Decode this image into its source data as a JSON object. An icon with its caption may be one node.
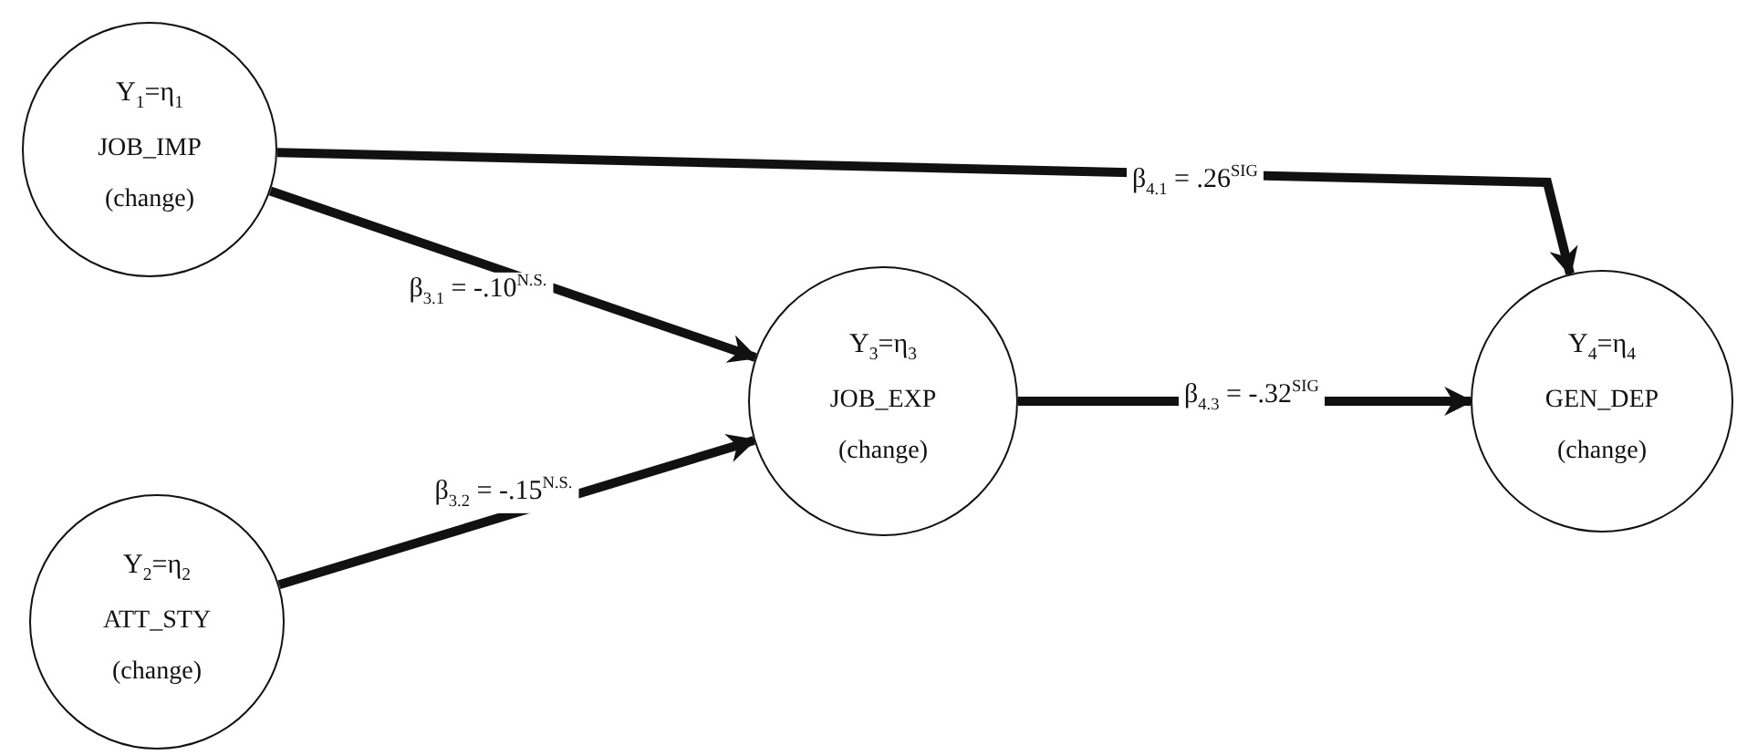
{
  "diagram": {
    "nodes": [
      {
        "text": [
          "Y$_{1}$=η$_{1}$",
          "JOB_IMP",
          "(change)"
        ]
      },
      {
        "text": [
          "Y$_{2}$=η$_{2}$",
          "ATT_STY",
          "(change)"
        ]
      },
      {
        "text": [
          "Y$_{3}$=η$_{3}$",
          "JOB_EXP",
          "(change)"
        ]
      },
      {
        "text": [
          "Y$_{4}$=η$_{4}$",
          "GEN_DEP",
          "(change)"
        ]
      }
    ],
    "edges": [
      {
        "from": 0,
        "to": 3,
        "arrow": "to",
        "label": "β$_{4.1}$ = .26$^{SIG}$"
      },
      {
        "from": 0,
        "to": 2,
        "arrow": "to",
        "label": "β$_{3.1}$ = -.10$^{N.S.}$"
      },
      {
        "from": 1,
        "to": 2,
        "arrow": "to",
        "label": "β$_{3.2}$ = -.15$^{N.S.}$"
      },
      {
        "from": 2,
        "to": 3,
        "arrow": "to",
        "label": "β$_{4.3}$ = -.32$^{SIG}$"
      }
    ]
  }
}
